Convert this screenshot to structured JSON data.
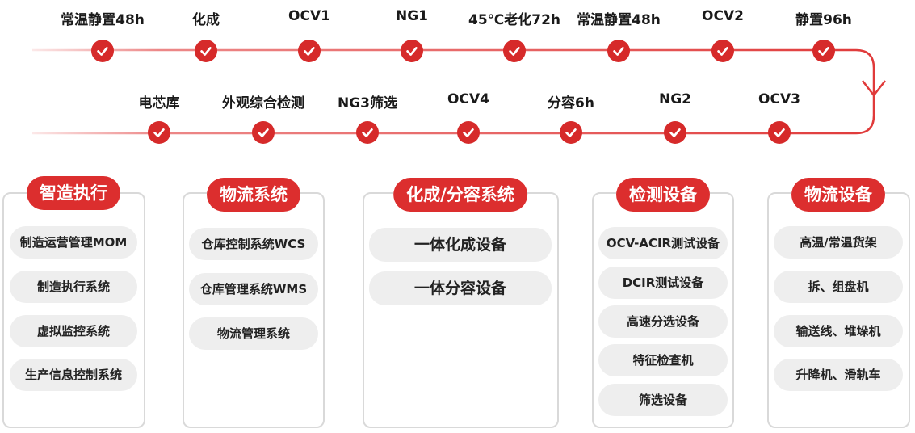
{
  "process_flow": {
    "row1": [
      "常温静置48h",
      "化成",
      "OCV1",
      "NG1",
      "45℃老化72h",
      "常温静置48h",
      "OCV2",
      "静置96h"
    ],
    "row2": [
      "电芯库",
      "外观综合检测",
      "NG3筛选",
      "OCV4",
      "分容6h",
      "NG2",
      "OCV3"
    ],
    "accent_color": "#d62a2a",
    "line_color": "#e86a6a"
  },
  "panels": [
    {
      "title": "智造执行",
      "items": [
        "制造运营管理MOM",
        "制造执行系统",
        "虚拟监控系统",
        "生产信息控制系统"
      ]
    },
    {
      "title": "物流系统",
      "items": [
        "仓库控制系统WCS",
        "仓库管理系统WMS",
        "物流管理系统"
      ]
    },
    {
      "title": "化成/分容系统",
      "items": [
        "一体化成设备",
        "一体分容设备"
      ]
    },
    {
      "title": "检测设备",
      "items": [
        "OCV-ACIR测试设备",
        "DCIR测试设备",
        "高速分选设备",
        "特征检查机",
        "筛选设备"
      ]
    },
    {
      "title": "物流设备",
      "items": [
        "高温/常温货架",
        "拆、组盘机",
        "输送线、堆垛机",
        "升降机、滑轨车"
      ]
    }
  ]
}
